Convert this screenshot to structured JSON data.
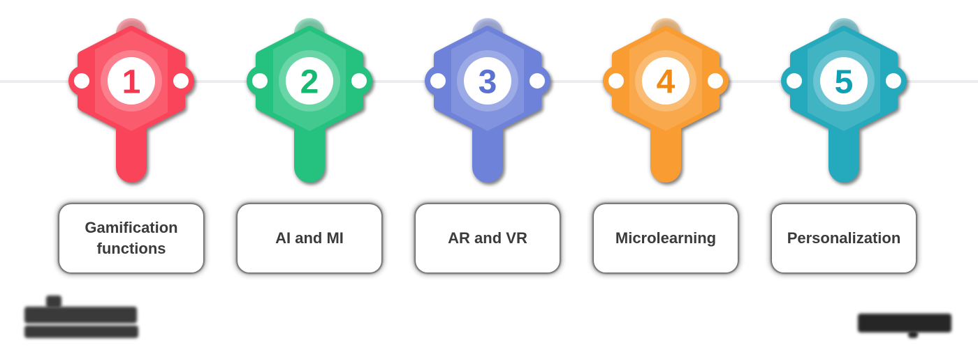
{
  "timeline": {
    "line_color": "#EBECEF",
    "dot_color": "#FFFFFF"
  },
  "steps": [
    {
      "number": "1",
      "label": "Gamification functions",
      "color": "#FA4459",
      "number_color": "#F43750"
    },
    {
      "number": "2",
      "label": "AI and MI",
      "color": "#25C27F",
      "number_color": "#17B971"
    },
    {
      "number": "3",
      "label": "AR and VR",
      "color": "#6F82D9",
      "number_color": "#5C72D3"
    },
    {
      "number": "4",
      "label": "Microlearning",
      "color": "#F99C32",
      "number_color": "#F18A15"
    },
    {
      "number": "5",
      "label": "Personalization",
      "color": "#25A9BC",
      "number_color": "#0E9FB4"
    }
  ],
  "cards": {
    "background": "#FFFFFF",
    "text_color": "#3B3B3B"
  }
}
